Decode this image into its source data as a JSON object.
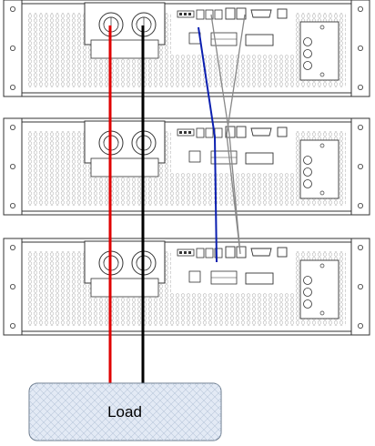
{
  "load": {
    "label": "Load"
  },
  "units": [
    {
      "id": "unit-1"
    },
    {
      "id": "unit-2"
    },
    {
      "id": "unit-3"
    }
  ],
  "connections": {
    "load_positive": {
      "color": "#e00000"
    },
    "load_negative": {
      "color": "#000000"
    },
    "parallel_signal": {
      "color": "#0b1fb0"
    },
    "sense_loop": {
      "color": "#888888"
    }
  },
  "colors": {
    "chassis_line": "#333333",
    "perforation": "#bdbdbd",
    "load_fill": "#dde6f3",
    "load_stroke": "#6a7a8c"
  }
}
